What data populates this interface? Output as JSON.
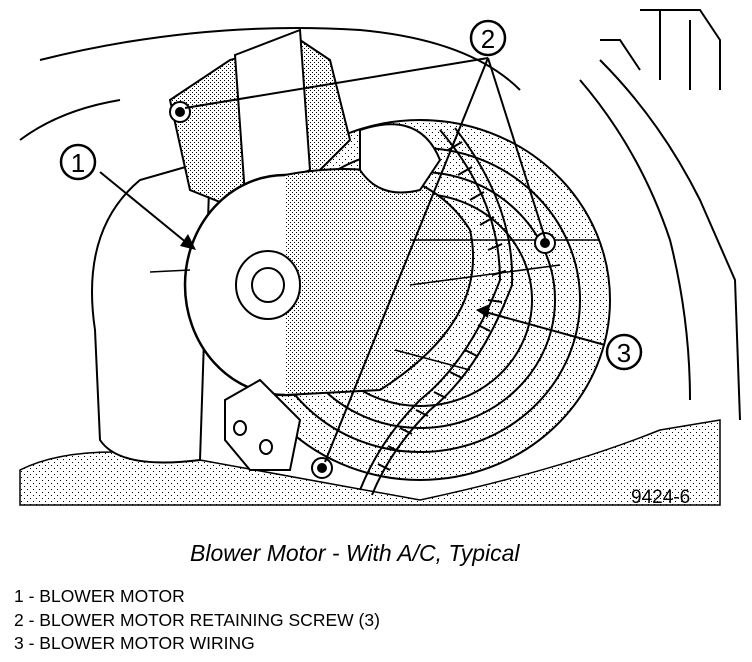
{
  "figure_id": "9424-6",
  "caption": "Blower Motor - With A/C, Typical",
  "callouts": [
    "1",
    "2",
    "3"
  ],
  "legend": [
    "1 - BLOWER MOTOR",
    "2 - BLOWER MOTOR RETAINING SCREW (3)",
    "3 - BLOWER MOTOR WIRING"
  ]
}
